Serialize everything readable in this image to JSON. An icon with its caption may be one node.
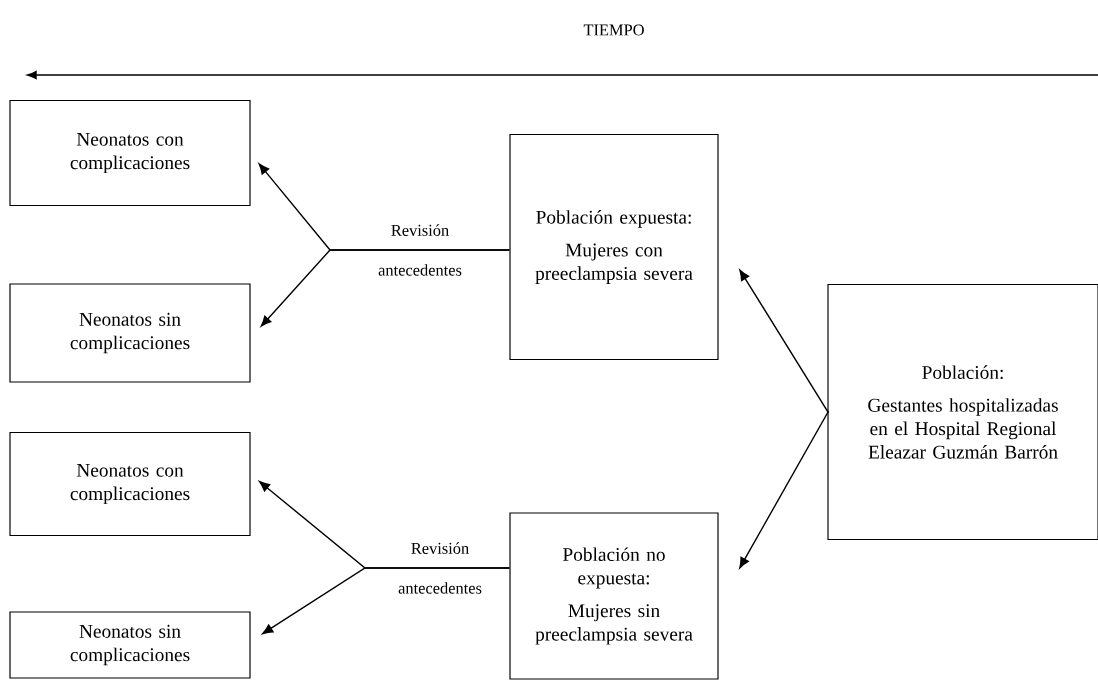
{
  "diagram": {
    "nodes": [
      {
        "text": [
          "Neonatos con complicaciones"
        ]
      },
      {
        "text": [
          "Neonatos sin complicaciones"
        ]
      },
      {
        "text": [
          "Población expuesta:",
          "Mujeres con preeclampsia severa"
        ]
      },
      {
        "text": [
          "Población:",
          "Gestantes hospitalizadas en el Hospital Regional Eleazar Guzmán Barrón"
        ]
      },
      {
        "text": [
          "Neonatos con complicaciones"
        ]
      },
      {
        "text": [
          "Neonatos sin complicaciones"
        ]
      },
      {
        "text": [
          "Población no expuesta:",
          "Mujeres sin preeclampsia severa"
        ]
      }
    ],
    "edges": [
      {
        "from": 2,
        "to": 0,
        "arrow": "to",
        "label": "Revisión antecedentes"
      },
      {
        "from": 2,
        "to": 1,
        "arrow": "to"
      },
      {
        "from": 3,
        "to": 2,
        "arrow": "to"
      },
      {
        "from": 3,
        "to": 6,
        "arrow": "to"
      },
      {
        "from": 6,
        "to": 4,
        "arrow": "to",
        "label": "Revisión antecedentes"
      },
      {
        "from": 6,
        "to": 5,
        "arrow": "to"
      }
    ],
    "labels": [
      "TIEMPO"
    ]
  }
}
